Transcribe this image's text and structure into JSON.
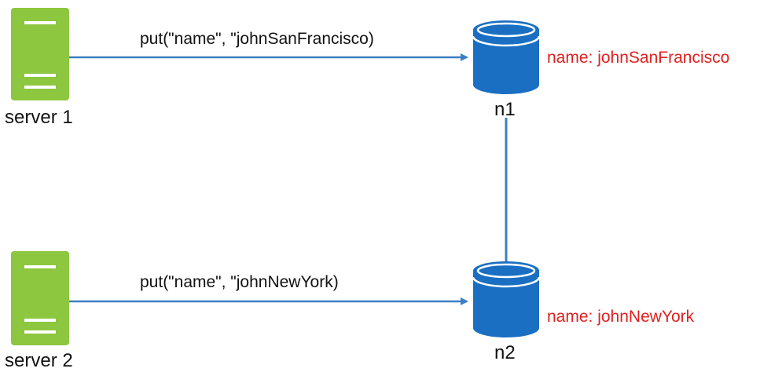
{
  "colors": {
    "server": "#8dc63f",
    "server_slot": "#ffffff",
    "database": "#1a6fc2",
    "database_top": "#3b8ad6",
    "arrow": "#3d7fc1",
    "link": "#3d7fc1",
    "value_text": "#e02020",
    "text": "#111111"
  },
  "servers": [
    {
      "label": "server 1",
      "icon": "server-icon"
    },
    {
      "label": "server 2",
      "icon": "server-icon"
    }
  ],
  "nodes": [
    {
      "label": "n1",
      "icon": "database-icon",
      "stored_value": "name: johnSanFrancisco"
    },
    {
      "label": "n2",
      "icon": "database-icon",
      "stored_value": "name: johnNewYork"
    }
  ],
  "operations": [
    {
      "label": "put(\"name\", \"johnSanFrancisco)",
      "from": "server 1",
      "to": "n1"
    },
    {
      "label": "put(\"name\", \"johnNewYork)",
      "from": "server 2",
      "to": "n2"
    }
  ]
}
